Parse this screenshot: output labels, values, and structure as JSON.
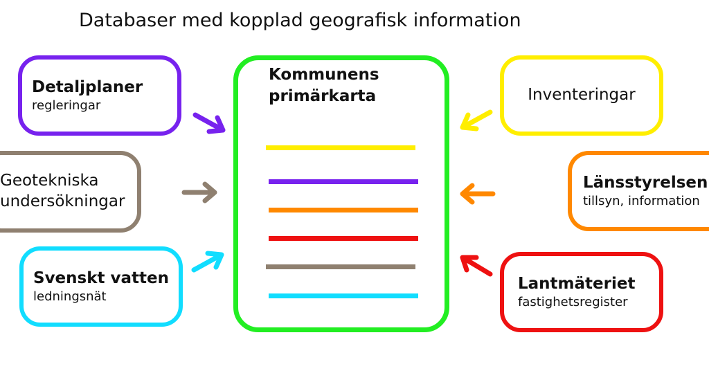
{
  "title": "Databaser med kopplad geografisk information",
  "central": {
    "title_line1": "Kommunens",
    "title_line2": "primärkarta",
    "border_color": "#22ee22",
    "layer_colors": [
      "#ffee00",
      "#7722ee",
      "#ff8800",
      "#ee1111",
      "#8f8070",
      "#11ddff"
    ]
  },
  "sources": {
    "detaljplaner": {
      "title": "Detaljplaner",
      "subtitle": "regleringar",
      "color": "#7722ee"
    },
    "geotekniska": {
      "line1": "Geotekniska",
      "line2": "undersökningar",
      "color": "#8f8070"
    },
    "svenskt_vatten": {
      "title": "Svenskt vatten",
      "subtitle": "ledningsnät",
      "color": "#11ddff"
    },
    "inventeringar": {
      "label": "Inventeringar",
      "color": "#ffee00"
    },
    "lansstyrelsen": {
      "title": "Länsstyrelsen",
      "subtitle": "tillsyn, information",
      "color": "#ff8800"
    },
    "lantmateriet": {
      "title": "Lantmäteriet",
      "subtitle": "fastighetsregister",
      "color": "#ee1111"
    }
  },
  "arrow_icon": "arrow-icon"
}
